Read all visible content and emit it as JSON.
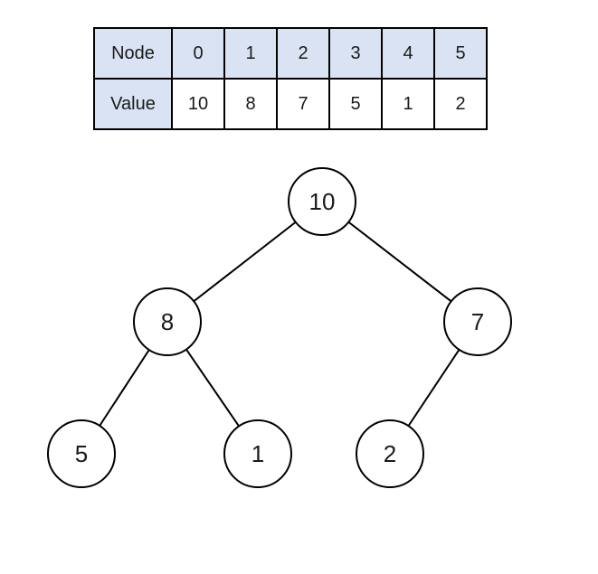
{
  "table": {
    "row_labels": {
      "node": "Node",
      "value": "Value"
    },
    "node_ids": [
      "0",
      "1",
      "2",
      "3",
      "4",
      "5"
    ],
    "values": [
      "10",
      "8",
      "7",
      "5",
      "1",
      "2"
    ],
    "header_fill": "#dae3f3",
    "border_color": "#000000"
  },
  "tree": {
    "nodes": [
      {
        "value": "10"
      },
      {
        "value": "8"
      },
      {
        "value": "7"
      },
      {
        "value": "5"
      },
      {
        "value": "1"
      },
      {
        "value": "2"
      }
    ],
    "edges": [
      "10-8",
      "10-7",
      "8-5",
      "8-1",
      "7-2"
    ],
    "node_fill": "#ffffff",
    "node_stroke": "#000000"
  }
}
